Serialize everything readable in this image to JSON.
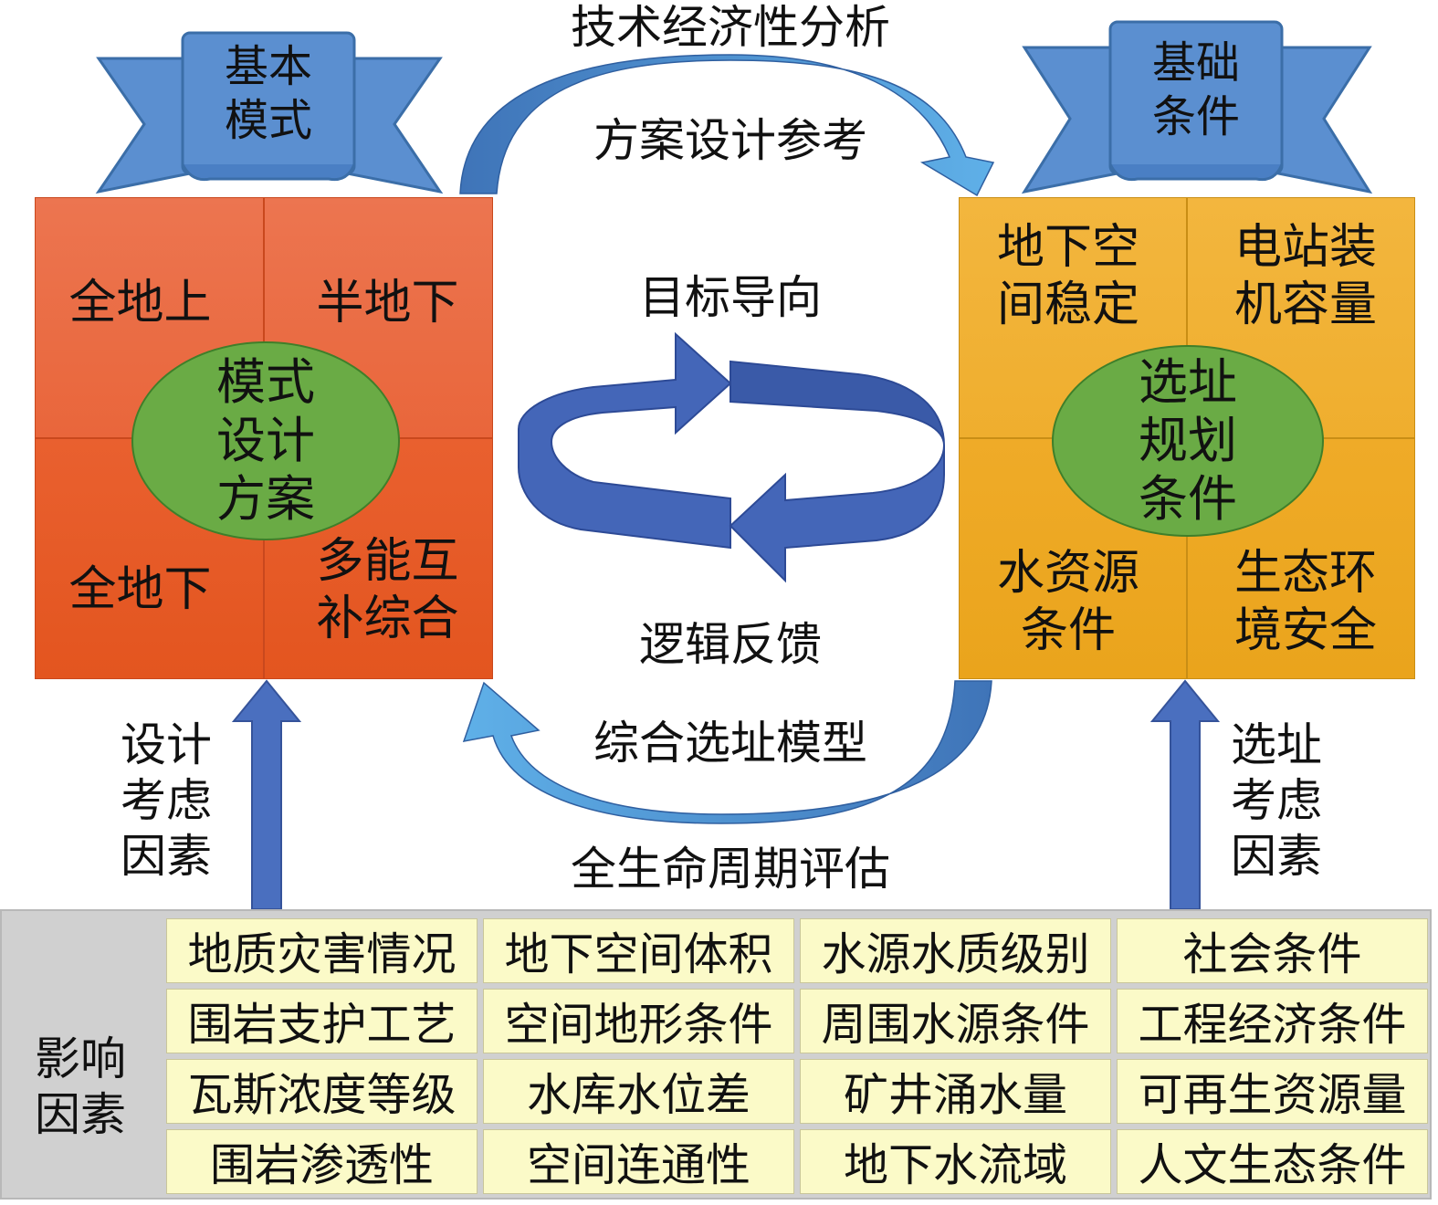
{
  "colors": {
    "left_panel": "#e8562a",
    "right_panel": "#f0ad2a",
    "ellipse": "#6aab45",
    "banner": "#5b8fd0",
    "arrow_blue": "#4a6fbf",
    "table_cell": "#fbfac8",
    "table_bg": "#d0d0d0"
  },
  "top_labels": {
    "upper": "技术经济性分析",
    "lower": "方案设计参考"
  },
  "center_labels": {
    "goal": "目标导向",
    "feedback": "逻辑反馈"
  },
  "bottom_labels": {
    "upper": "综合选址模型",
    "lower": "全生命周期评估"
  },
  "left_banner": "基本\n模式",
  "right_banner": "基础\n条件",
  "left_panel": {
    "top_left": "全地上",
    "top_right": "半地下",
    "bottom_left": "全地下",
    "bottom_right": "多能互\n补综合",
    "center": "模式\n设计\n方案"
  },
  "right_panel": {
    "top_left": "地下空\n间稳定",
    "top_right": "电站装\n机容量",
    "bottom_left": "水资源\n条件",
    "bottom_right": "生态环\n境安全",
    "center": "选址\n规划\n条件"
  },
  "left_side_label": "设计\n考虑\n因素",
  "right_side_label": "选址\n考虑\n因素",
  "factors_label": "影响\n因素",
  "factors": [
    [
      "地质灾害情况",
      "地下空间体积",
      "水源水质级别",
      "社会条件"
    ],
    [
      "围岩支护工艺",
      "空间地形条件",
      "周围水源条件",
      "工程经济条件"
    ],
    [
      "瓦斯浓度等级",
      "水库水位差",
      "矿井涌水量",
      "可再生资源量"
    ],
    [
      "围岩渗透性",
      "空间连通性",
      "地下水流域",
      "人文生态条件"
    ]
  ]
}
